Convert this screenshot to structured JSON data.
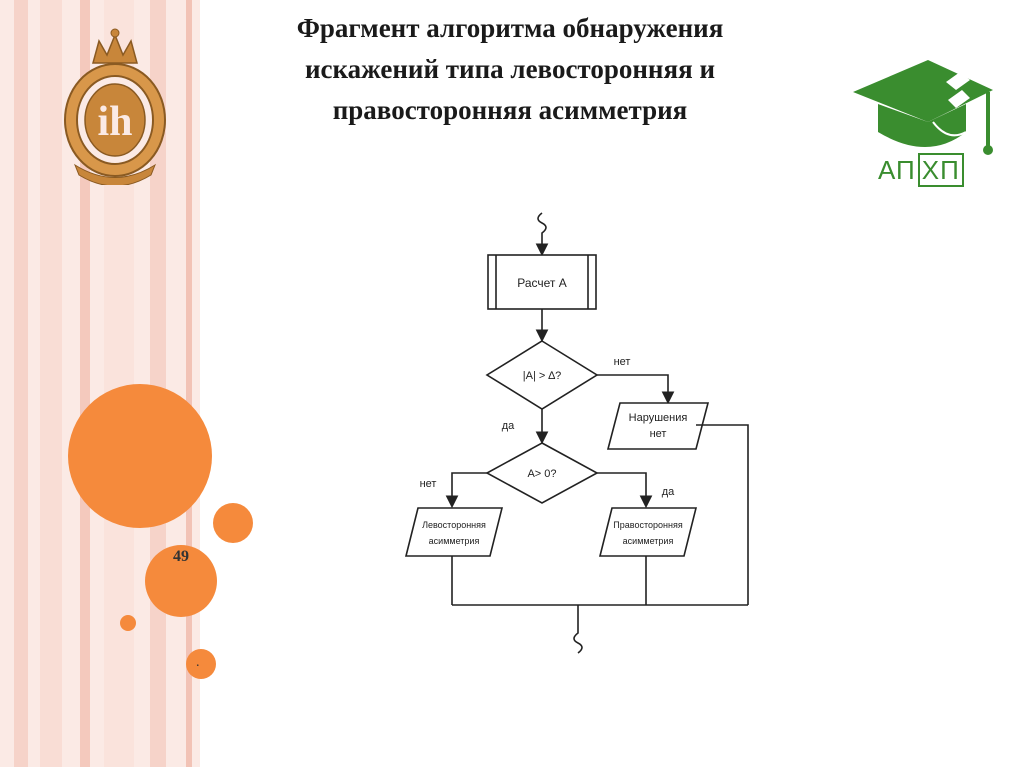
{
  "slide": {
    "title_lines": [
      "Фрагмент алгоритма обнаружения",
      "искажений типа левосторонняя и",
      "правосторонняя асимметрия"
    ],
    "page_number": "49",
    "footnote": "."
  },
  "logos": {
    "left": {
      "icon": "crest-emblem-icon",
      "monogram": "ih"
    },
    "right": {
      "icon": "graduation-cap-icon",
      "text_a": "АП",
      "text_b": "ХП"
    }
  },
  "flowchart": {
    "process_label": "Расчет А",
    "decision1_label": "|A| > ∆?",
    "decision1_no": "нет",
    "decision1_yes": "да",
    "output_no_violation": [
      "Нарушения",
      "нет"
    ],
    "decision2_label": "A> 0?",
    "decision2_no": "нет",
    "decision2_yes": "да",
    "output_left": [
      "Левосторонняя",
      "асимметрия"
    ],
    "output_right": [
      "Правосторонняя",
      "асимметрия"
    ]
  },
  "colors": {
    "accent_orange": "#f58a3c",
    "stripe_pink": "#f7d5cc",
    "logo_green": "#3a8d2f",
    "logo_gold": "#c8863a"
  }
}
